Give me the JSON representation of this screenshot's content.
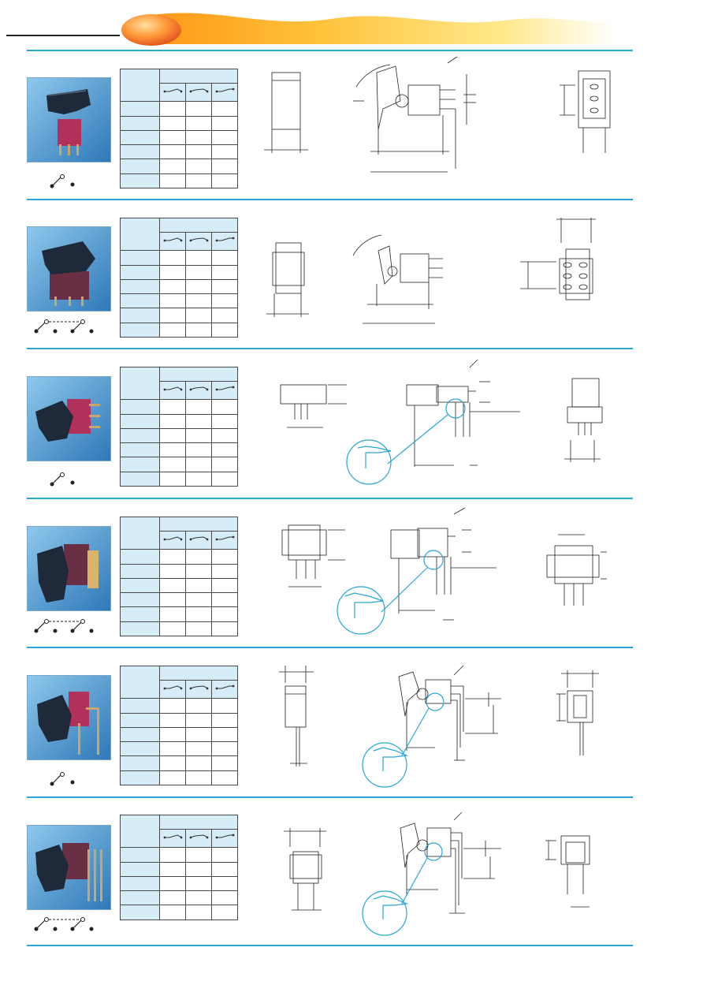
{
  "brand": {
    "accent_color": "#2aa6d6",
    "header_gradient_start": "#ff8a00",
    "header_gradient_end": "#fff3b0",
    "table_header_color": "#d6ecf7",
    "actuator_color": "#1e2a3a",
    "housing_color_red": "#b2315a",
    "housing_color_maroon": "#6a2e45"
  },
  "sections": [
    {
      "id": 1,
      "circuit": "spdt-single",
      "photo": "vertical-red",
      "pins": "straight"
    },
    {
      "id": 2,
      "circuit": "dpdt-double",
      "photo": "vertical-maroon",
      "pins": "straight"
    },
    {
      "id": 3,
      "circuit": "spdt-single",
      "photo": "right-angle-red",
      "pins": "right-angle"
    },
    {
      "id": 4,
      "circuit": "dpdt-double",
      "photo": "right-angle-maroon",
      "pins": "right-angle"
    },
    {
      "id": 5,
      "circuit": "spdt-single",
      "photo": "long-pin-red",
      "pins": "long"
    },
    {
      "id": 6,
      "circuit": "dpdt-double",
      "photo": "long-pin-maroon",
      "pins": "long"
    }
  ]
}
